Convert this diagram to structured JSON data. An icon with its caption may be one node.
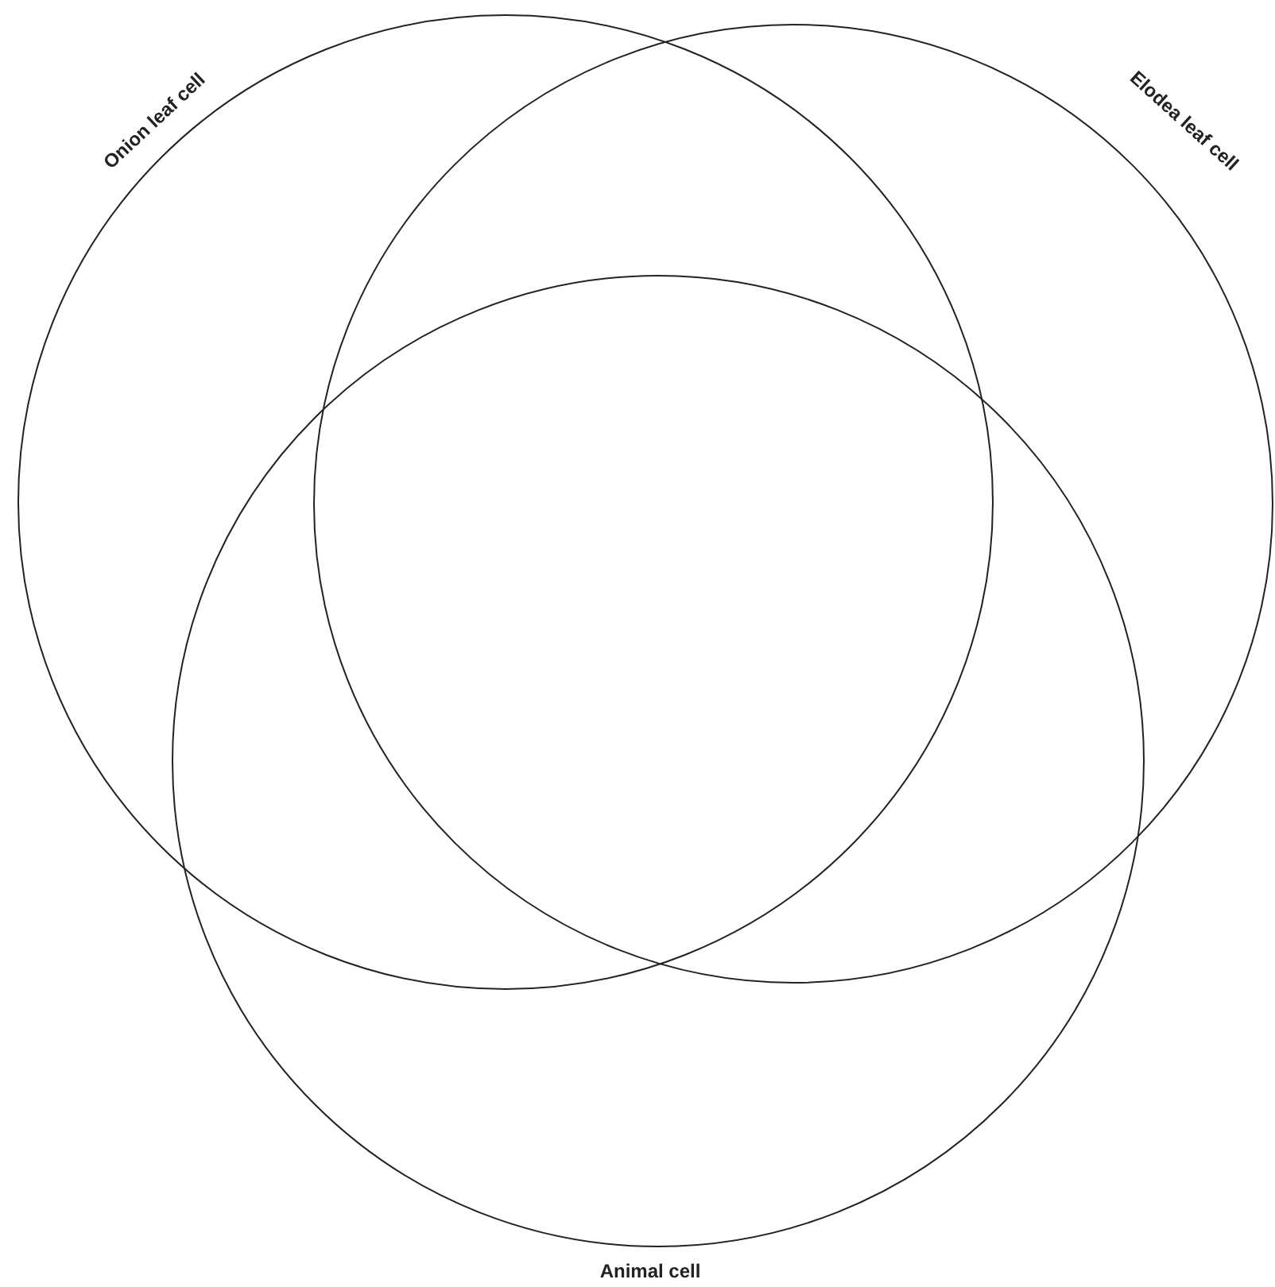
{
  "diagram": {
    "nodes": [
      {
        "text": [
          "Onion leaf cell"
        ]
      },
      {
        "text": [
          "Elodea leaf cell"
        ]
      },
      {
        "text": [
          "Animal cell"
        ]
      }
    ]
  }
}
